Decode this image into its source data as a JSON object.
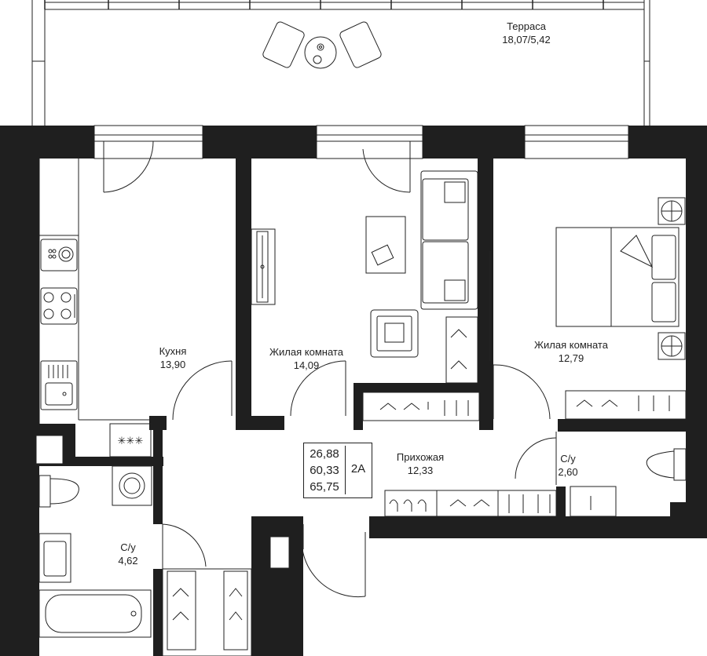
{
  "rooms": {
    "terrace": {
      "name": "Терраса",
      "area": "18,07/5,42"
    },
    "kitchen": {
      "name": "Кухня",
      "area": "13,90"
    },
    "living1": {
      "name": "Жилая комната",
      "area": "14,09"
    },
    "living2": {
      "name": "Жилая комната",
      "area": "12,79"
    },
    "hall": {
      "name": "Прихожая",
      "area": "12,33"
    },
    "bath_small": {
      "name": "С/у",
      "area": "2,60"
    },
    "bath_main": {
      "name": "С/у",
      "area": "4,62"
    }
  },
  "summary": {
    "areas": [
      "26,88",
      "60,33",
      "65,75"
    ],
    "code": "2А"
  },
  "colors": {
    "wall": "#1f1f1f",
    "line": "#222222",
    "background": "#ffffff"
  }
}
